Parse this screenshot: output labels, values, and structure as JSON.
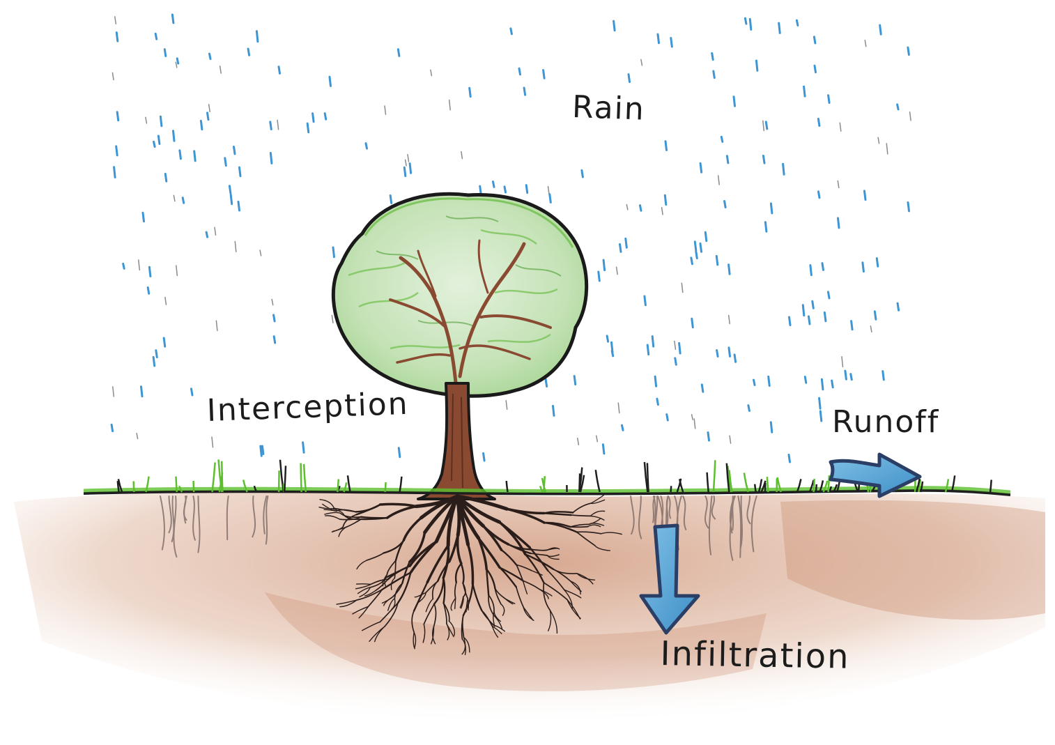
{
  "labels": {
    "rain": "Rain",
    "interception": "Interception",
    "runoff": "Runoff",
    "infiltration": "Infiltration"
  },
  "colors": {
    "rain_drops": "#3d95d4",
    "foliage_outline": "#1a1a1a",
    "foliage_fill": "#cfe8c4",
    "foliage_green": "#6fbf4a",
    "trunk": "#8a4a32",
    "roots": "#2a1d1a",
    "grass": "#5cbf2e",
    "soil": "#c9896b",
    "arrow_fill": "#5aa6d6",
    "arrow_outline": "#2b3f66",
    "text": "#1c1c1c"
  },
  "icons": {
    "runoff_arrow": "arrow-right-icon",
    "infiltration_arrow": "arrow-down-icon"
  }
}
